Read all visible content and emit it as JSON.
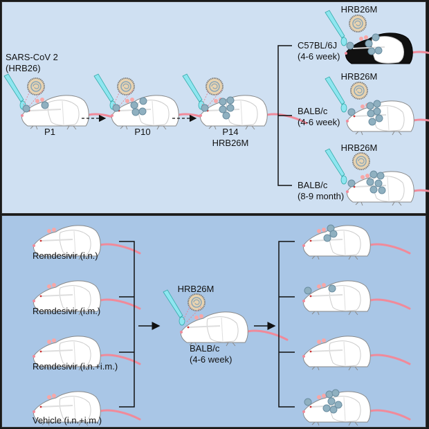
{
  "top_panel": {
    "virus_label": "SARS-CoV 2",
    "virus_strain": "(HRB26)",
    "passages": [
      {
        "label": "P1",
        "sublabel": ""
      },
      {
        "label": "P10",
        "sublabel": ""
      },
      {
        "label": "P14",
        "sublabel": "HRB26M"
      }
    ],
    "branches": [
      {
        "challenge": "HRB26M",
        "strain": "C57BL/6J",
        "age": "(4-6 week)",
        "mouse_color": "black"
      },
      {
        "challenge": "HRB26M",
        "strain": "BALB/c",
        "age": "(4-6 week)",
        "mouse_color": "white"
      },
      {
        "challenge": "HRB26M",
        "strain": "BALB/c",
        "age": "(8-9 month)",
        "mouse_color": "white"
      }
    ]
  },
  "bottom_panel": {
    "treatments": [
      {
        "label": "Remdesivir (i.n.)"
      },
      {
        "label": "Remdesivir (i.m.)"
      },
      {
        "label": "Remdesivir (i.n.+i.m.)"
      },
      {
        "label": "Vehicle (i.n.+i.m.)"
      }
    ],
    "challenge": "HRB26M",
    "strain": "BALB/c",
    "age": "(4-6 week)"
  },
  "colors": {
    "top_bg": "#cfe0f2",
    "bottom_bg": "#a9c6e6",
    "tail": "#f08a9a",
    "lesion": "#8fb0c0",
    "pipette": "#8ee6f0"
  }
}
